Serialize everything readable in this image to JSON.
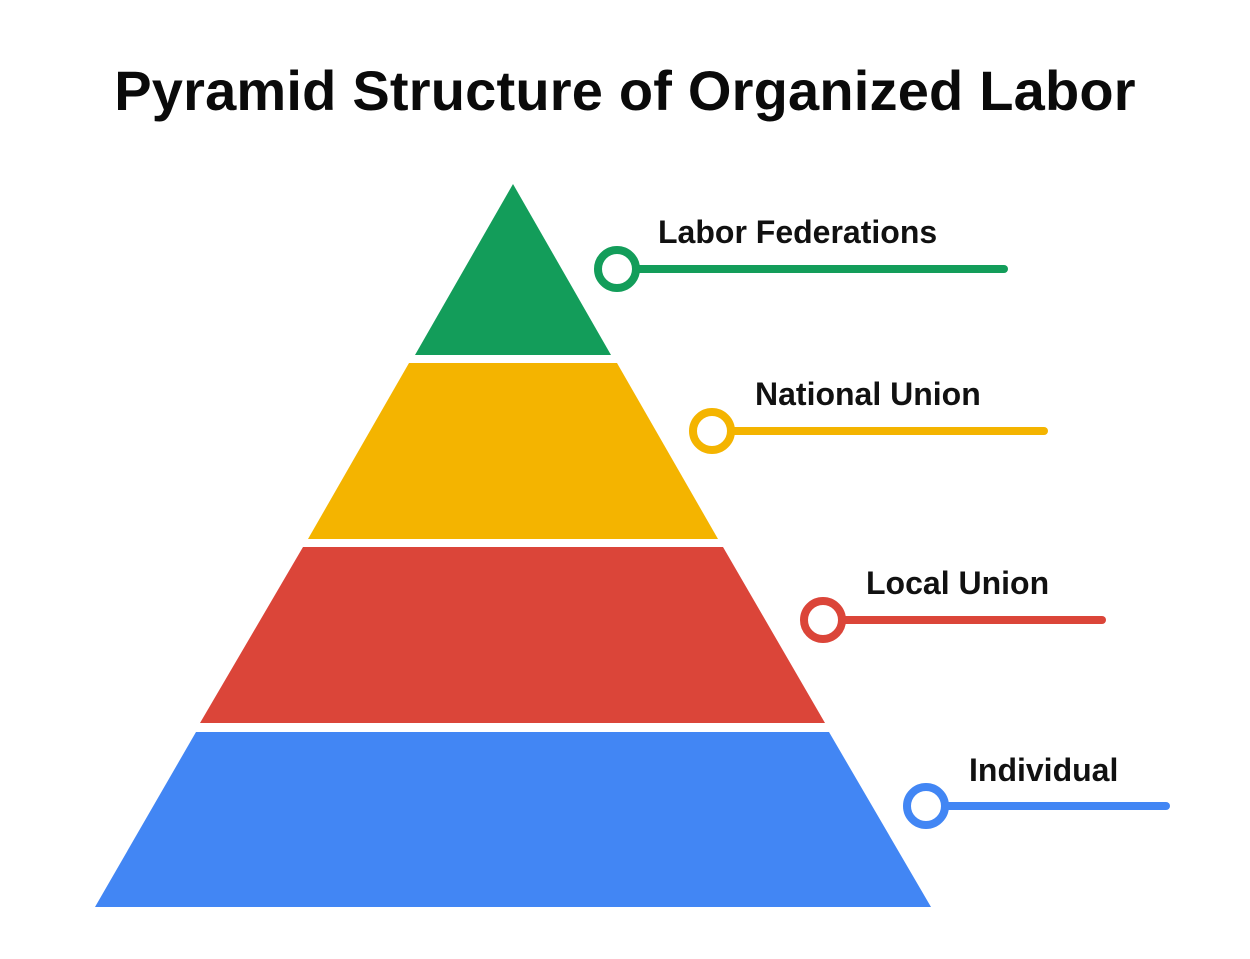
{
  "title": "Pyramid Structure of Organized Labor",
  "tiers": [
    {
      "label": "Labor Federations",
      "color": "#139D5A"
    },
    {
      "label": "National Union",
      "color": "#F4B400"
    },
    {
      "label": "Local Union",
      "color": "#DB4539"
    },
    {
      "label": "Individual",
      "color": "#4286F4"
    }
  ]
}
